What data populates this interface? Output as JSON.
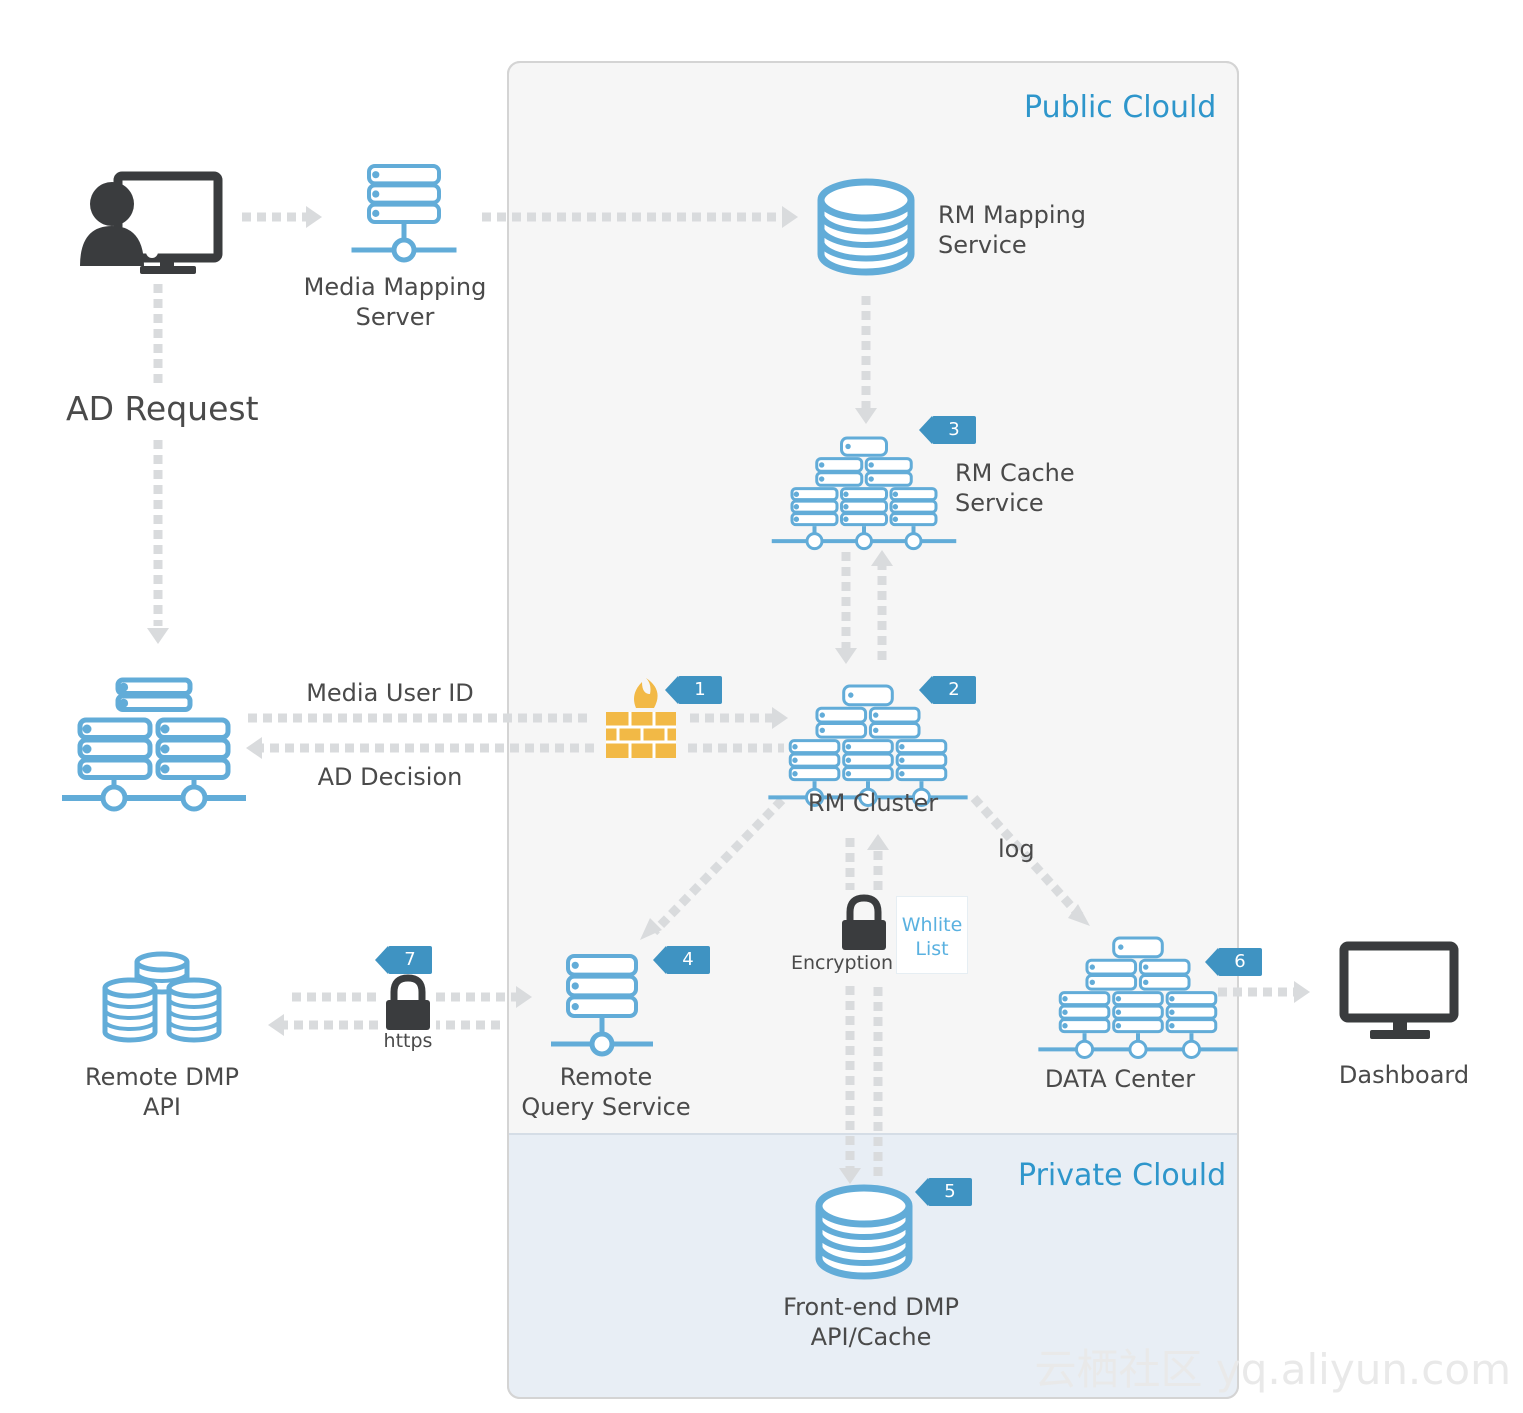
{
  "colors": {
    "accent": "#2e96cb",
    "icon_blue": "#62acd8",
    "badge": "#3f93c2",
    "firewall": "#f2b946",
    "dark_icon": "#3a3c3e",
    "arrow": "#d9dbdd",
    "public_bg": "#f6f6f6",
    "private_bg": "#e8eef5"
  },
  "regions": {
    "public": "Public Clould",
    "private": "Private Clould"
  },
  "nodes": {
    "user": {
      "icon": "user-computer-icon"
    },
    "media_mapping": {
      "label": "Media Mapping\nServer",
      "icon": "server-icon"
    },
    "rm_mapping": {
      "label": "RM Mapping\nService",
      "icon": "database-icon"
    },
    "rm_cache": {
      "label": "RM Cache\nService",
      "icon": "server-cluster-icon",
      "badge": "3"
    },
    "media_cluster": {
      "icon": "server-cluster-icon"
    },
    "rm_cluster": {
      "label": "RM Cluster",
      "icon": "server-cluster-icon",
      "badge": "2"
    },
    "remote_dmp": {
      "label": "Remote DMP\nAPI",
      "icon": "database-stack-icon"
    },
    "remote_query": {
      "label": "Remote\nQuery Service",
      "icon": "server-icon",
      "badge": "4"
    },
    "data_center": {
      "label": "DATA Center",
      "icon": "server-cluster-icon",
      "badge": "6"
    },
    "dashboard": {
      "label": "Dashboard",
      "icon": "monitor-icon"
    },
    "frontend_dmp": {
      "label": "Front-end DMP\nAPI/Cache",
      "icon": "database-icon",
      "badge": "5"
    }
  },
  "edges": {
    "ad_request": "AD Request",
    "media_user_id": "Media User ID",
    "ad_decision": "AD Decision",
    "log": "log",
    "encryption": "Encryption",
    "white_list": "Whlite\nList",
    "https": "https"
  },
  "firewall": {
    "badge": "1",
    "icon": "firewall-icon"
  },
  "watermark": "云栖社区 yq.aliyun.com"
}
